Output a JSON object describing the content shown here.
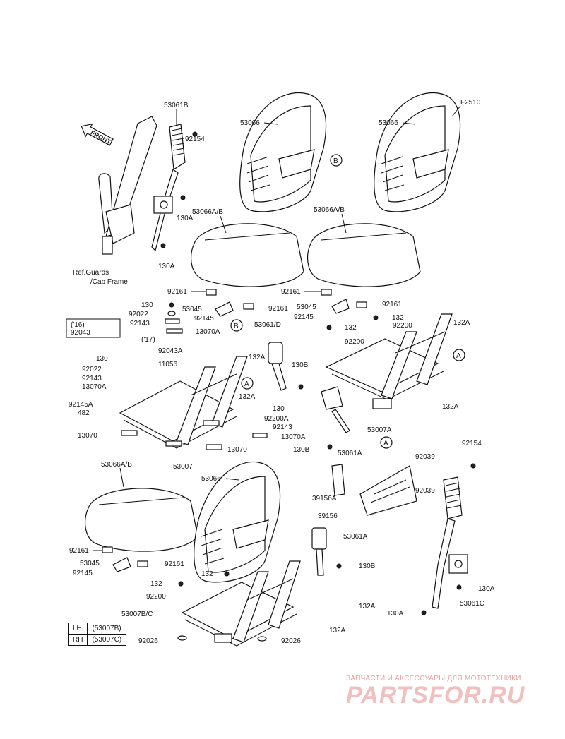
{
  "front_label": "FRONT",
  "figure_code": "F2510",
  "ref_note": "Ref.Guards\n/Cab Frame",
  "year_16": "('16)",
  "year_17": "('17)",
  "callouts": {
    "A": "A",
    "B": "B"
  },
  "labels": {
    "53061B": "53061B",
    "92154_top": "92154",
    "130A_top1": "130A",
    "130A_top2": "130A",
    "53066_top_mid": "53066",
    "53066_top_right": "53066",
    "53066AB_mid1": "53066A/B",
    "53066AB_mid2": "53066A/B",
    "92161_a": "92161",
    "92161_b": "92161",
    "92161_c": "92161",
    "92161_d": "92161",
    "130_a": "130",
    "53045_a": "53045",
    "53045_b": "53045",
    "92022_a": "92022",
    "92145_a": "92145",
    "92145_b": "92145",
    "92143_a": "92143",
    "13070A_a": "13070A",
    "132_a": "132",
    "132_b": "132",
    "92200_a": "92200",
    "92200_b": "92200",
    "132A_a": "132A",
    "132A_b": "132A",
    "92043": "92043",
    "92043A": "92043A",
    "130_b": "130",
    "11056": "11056",
    "92022_b": "92022",
    "92143_b": "92143",
    "13070A_b": "13070A",
    "92145A": "92145A",
    "482": "482",
    "13070_a": "13070",
    "13070_b": "13070",
    "53007": "53007",
    "53061D": "53061/D",
    "130B_a": "130B",
    "132A_c": "132A",
    "132A_d": "132A",
    "130_c": "130",
    "92200A": "92200A",
    "92143_c": "92143",
    "13070A_c": "13070A",
    "130B_b": "130B",
    "53061A_a": "53061A",
    "53007A": "53007A",
    "92039_a": "92039",
    "92039_b": "92039",
    "39156A": "39156A",
    "39156": "39156",
    "92154_right": "92154",
    "53066AB_low": "53066A/B",
    "53066_low": "53066",
    "92161_e": "92161",
    "92161_f": "92161",
    "53045_c": "53045",
    "92145_c": "92145",
    "53061A_b": "53061A",
    "130B_c": "130B",
    "132_c": "132",
    "132_d": "132",
    "92200_c": "92200",
    "53007BC": "53007B/C",
    "132A_e": "132A",
    "132A_f": "132A",
    "92026_a": "92026",
    "92026_b": "92026",
    "130A_r1": "130A",
    "130A_r2": "130A",
    "53061C": "53061C"
  },
  "legend": {
    "rows": [
      {
        "side": "LH",
        "part": "(53007B)"
      },
      {
        "side": "RH",
        "part": "(53007C)"
      }
    ]
  },
  "watermark": {
    "subtitle": "ЗАПЧАСТИ И АКСЕССУАРЫ ДЛЯ МОТОТЕХНИКИ",
    "logo": "PARTSFOR.RU"
  }
}
